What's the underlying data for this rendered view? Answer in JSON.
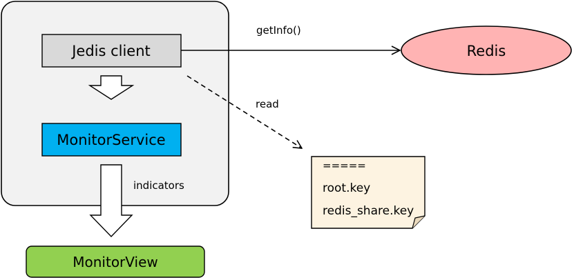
{
  "nodes": {
    "jedis_client": {
      "label": "Jedis client"
    },
    "monitor_service": {
      "label": "MonitorService"
    },
    "monitor_view": {
      "label": "MonitorView"
    },
    "redis": {
      "label": "Redis"
    }
  },
  "edges": {
    "get_info": {
      "label": "getInfo()"
    },
    "read": {
      "label": "read"
    },
    "indicators": {
      "label": "indicators"
    }
  },
  "note": {
    "lines": [
      "=====",
      "root.key",
      "redis_share.key"
    ]
  },
  "colors": {
    "container_fill": "#f2f2f2",
    "jedis_fill": "#d9d9d9",
    "monitor_service_fill": "#00b0f0",
    "monitor_view_fill": "#92d050",
    "redis_fill": "#ffb3b3",
    "note_fill": "#fdf3e1"
  }
}
